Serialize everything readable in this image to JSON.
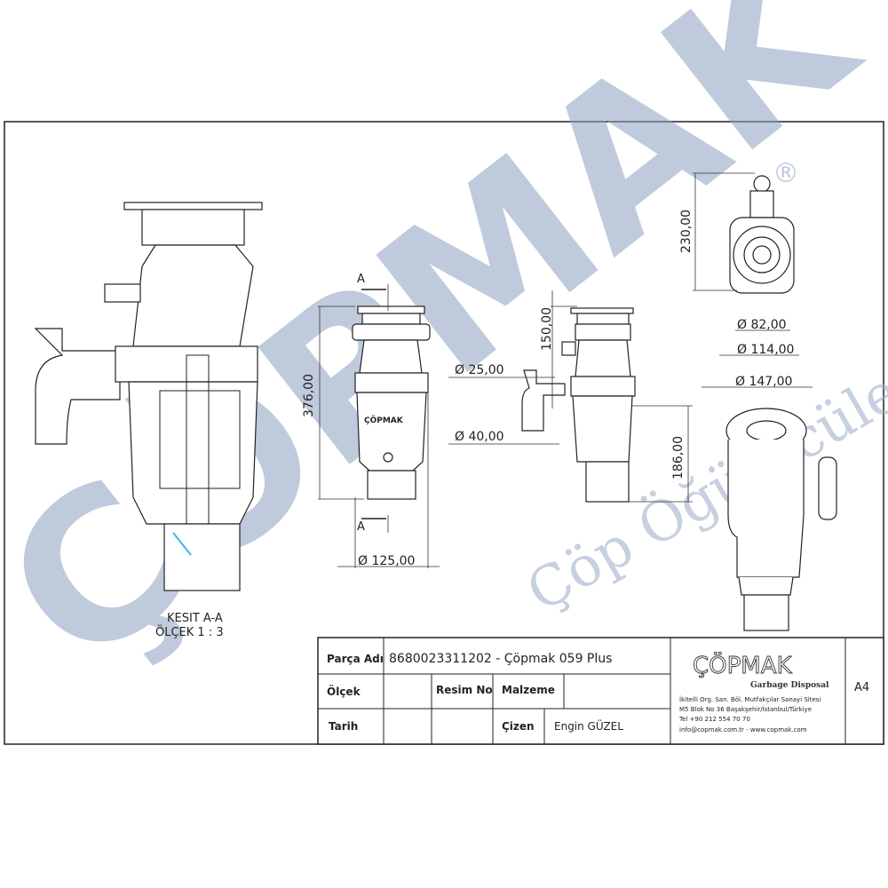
{
  "watermark": {
    "brand": "ÇÖPMAK",
    "registered": "®",
    "tagline": "Çöp Öğütücüleri",
    "color": "#8c9fc1"
  },
  "section_view": {
    "label": "KESIT A-A",
    "scale": "ÖLÇEK 1 : 3",
    "section_marker": "A"
  },
  "dimensions": {
    "height_total": "376,00",
    "diameter_body": "Ø 125,00",
    "inlet_height": "150,00",
    "diameter_small_inlet": "Ø 25,00",
    "diameter_outlet": "Ø 40,00",
    "outlet_height": "186,00",
    "top_view_height": "230,00",
    "diameter_82": "Ø 82,00",
    "diameter_114": "Ø 114,00",
    "diameter_147": "Ø 147,00"
  },
  "product_label": "ÇÖPMAK",
  "title_block": {
    "part_name_label": "Parça Adı",
    "part_name_value": "8680023311202 - Çöpmak 059 Plus",
    "scale_label": "Ölçek",
    "drawing_no_label": "Resim No",
    "material_label": "Malzeme",
    "date_label": "Tarih",
    "drawn_by_label": "Çizen",
    "drawn_by_value": "Engin GÜZEL",
    "logo_text": "ÇÖPMAK",
    "logo_sub": "Garbage Disposal",
    "address_1": "İkitelli Org. San. Böl. Mutfakçılar Sanayi Sitesi",
    "address_2": "M5 Blok No 36 Başakşehir/İstanbul/Türkiye",
    "phone": "Tel +90 212 554 70 70",
    "web": "info@copmak.com.tr - www.copmak.com",
    "sheet_size": "A4"
  }
}
